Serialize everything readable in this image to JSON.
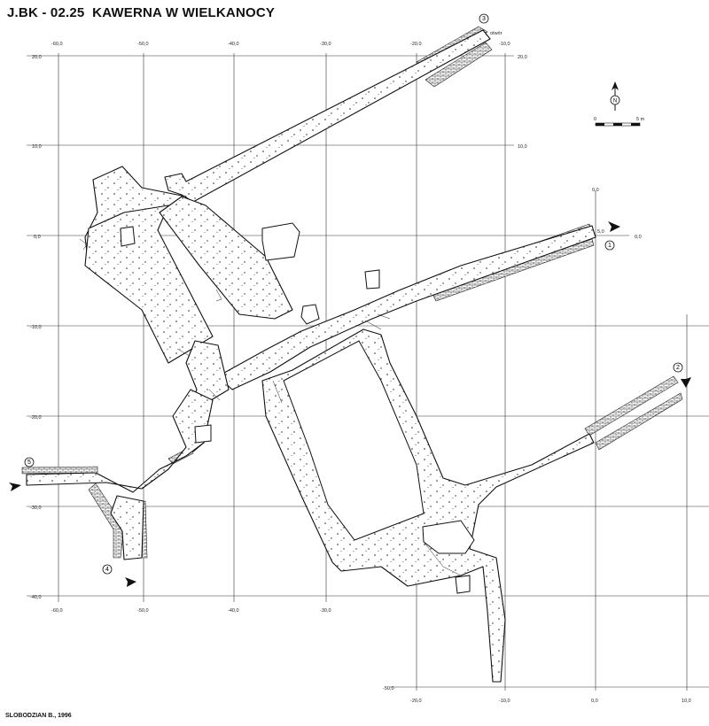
{
  "title": "J.BK - 02.25  KAWERNA W WIELKANOCY",
  "credit": "SLOBODZIAN B., 1996",
  "north_label": "N",
  "scale": {
    "start": "0",
    "end": "5 m"
  },
  "grid": {
    "x_labels": [
      "-60,0",
      "-50,0",
      "-40,0",
      "-30,0",
      "-20,0",
      "-10,0"
    ],
    "y_labels": [
      "20,0",
      "10,0",
      "0,0",
      "-10,0",
      "-20,0",
      "-30,0",
      "-40,0"
    ],
    "right_x_labels": [
      "-20,0",
      "-10,0",
      "0,0",
      "10,0"
    ],
    "right_y_labels": [
      "0,0",
      "-50,0"
    ]
  },
  "entrance_markers": [
    "1",
    "2",
    "3",
    "4",
    "5"
  ],
  "annotations": {
    "entrance_note": "5,0",
    "upper_note": "otwór"
  }
}
